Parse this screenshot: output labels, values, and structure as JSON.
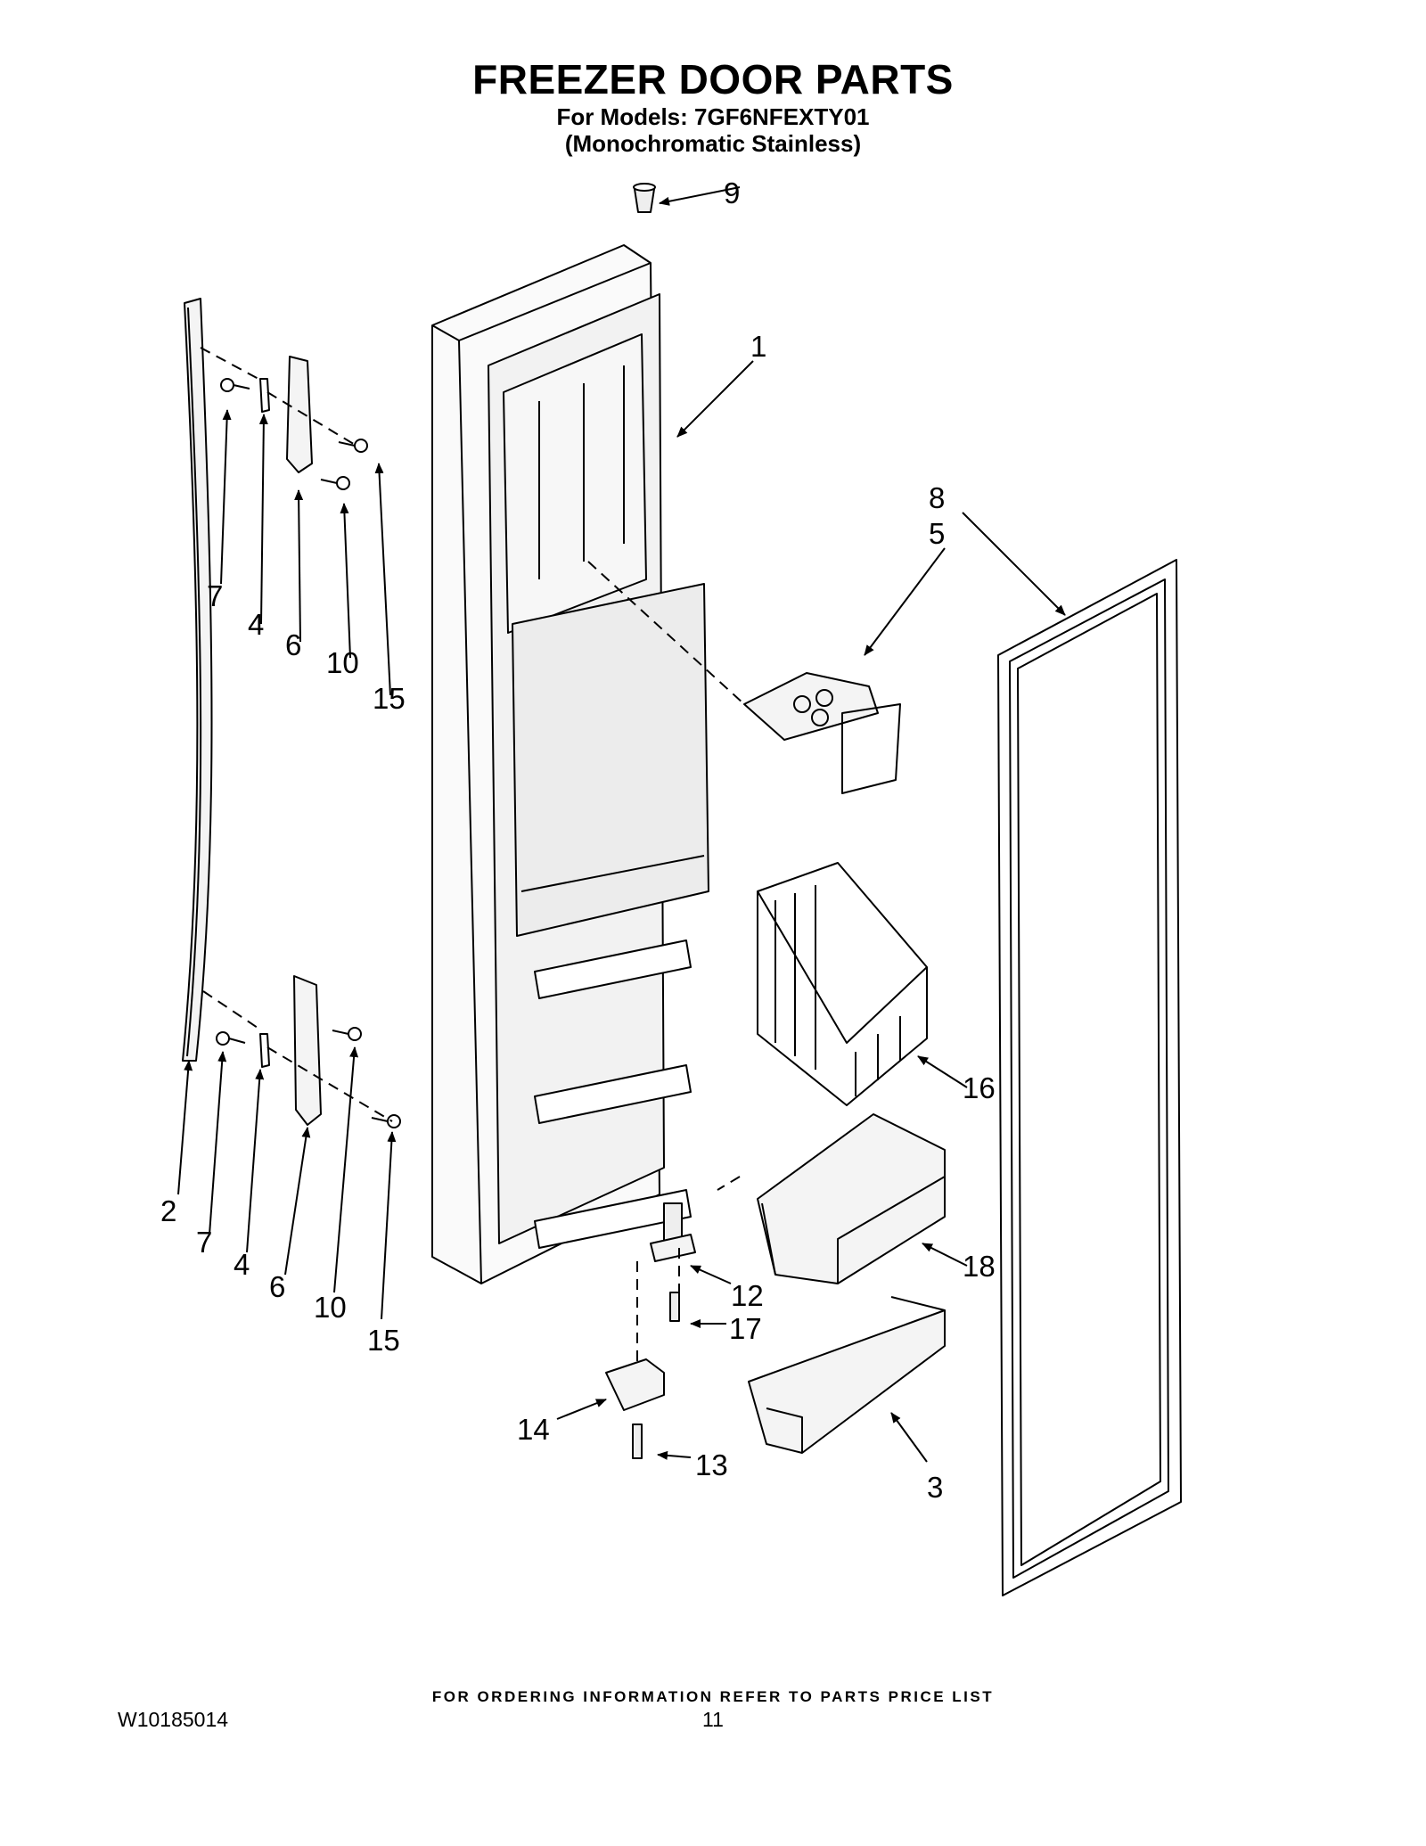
{
  "header": {
    "title": "FREEZER DOOR PARTS",
    "models_line": "For Models: 7GF6NFEXTY01",
    "finish_line": "(Monochromatic Stainless)"
  },
  "callouts": [
    "1",
    "2",
    "3",
    "4",
    "4",
    "5",
    "6",
    "6",
    "7",
    "7",
    "8",
    "9",
    "10",
    "10",
    "12",
    "13",
    "14",
    "15",
    "15",
    "16",
    "17",
    "18"
  ],
  "footer": {
    "ordering_note": "FOR ORDERING INFORMATION REFER TO PARTS PRICE LIST",
    "document_number": "W10185014",
    "page_number": "11"
  }
}
